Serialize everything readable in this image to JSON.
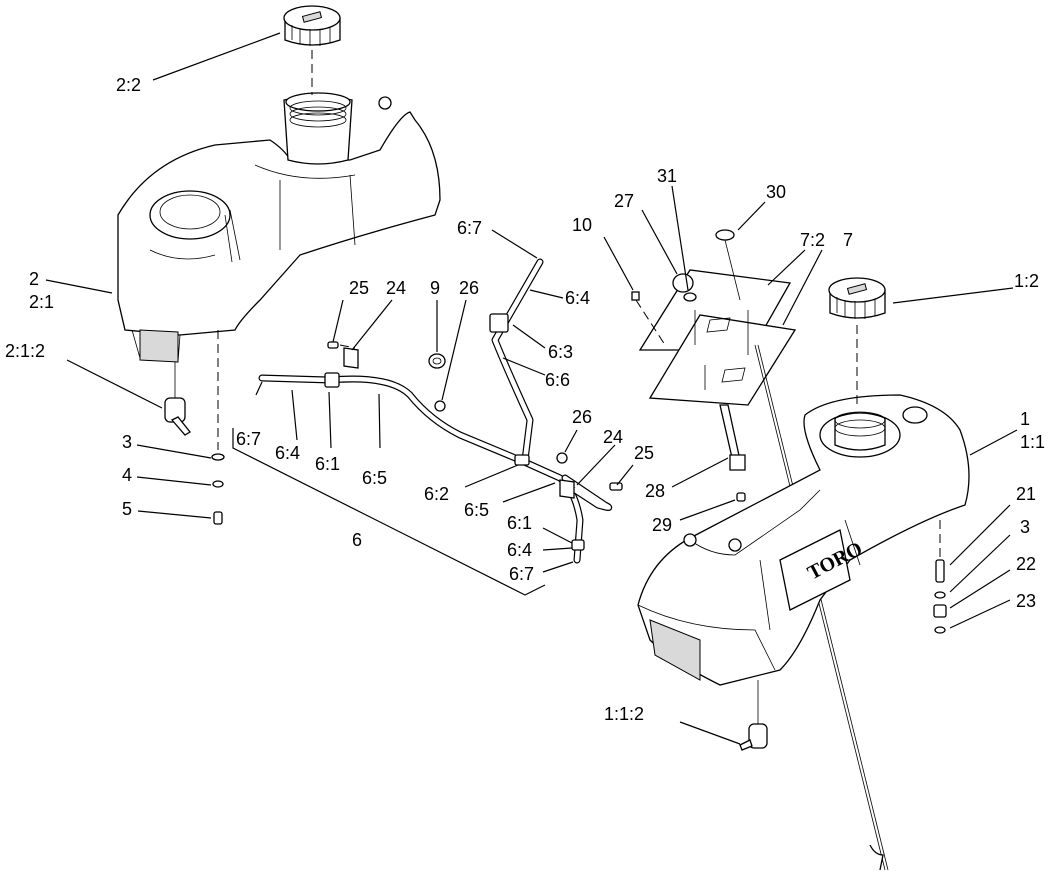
{
  "callouts": {
    "c_2_2": "2:2",
    "c_2": "2",
    "c_2_1": "2:1",
    "c_2_1_2": "2:1:2",
    "c_3_left": "3",
    "c_4": "4",
    "c_5": "5",
    "c_25_top": "25",
    "c_24_top": "24",
    "c_9": "9",
    "c_26_top": "26",
    "c_6_7_top": "6:7",
    "c_6_4_top": "6:4",
    "c_6_3": "6:3",
    "c_6_6": "6:6",
    "c_6_7_left": "6:7",
    "c_6_4_left": "6:4",
    "c_6_1_left": "6:1",
    "c_6_5_left": "6:5",
    "c_6": "6",
    "c_6_2": "6:2",
    "c_6_5_right": "6:5",
    "c_26_right": "26",
    "c_24_right": "24",
    "c_25_right": "25",
    "c_6_1_right": "6:1",
    "c_6_4_right": "6:4",
    "c_6_7_right": "6:7",
    "c_10": "10",
    "c_27": "27",
    "c_31": "31",
    "c_30": "30",
    "c_7_2": "7:2",
    "c_7": "7",
    "c_1_2": "1:2",
    "c_1": "1",
    "c_1_1": "1:1",
    "c_28": "28",
    "c_29": "29",
    "c_21": "21",
    "c_3_right": "3",
    "c_22": "22",
    "c_23": "23",
    "c_1_1_2": "1:1:2"
  },
  "brand_logo": "TORO"
}
